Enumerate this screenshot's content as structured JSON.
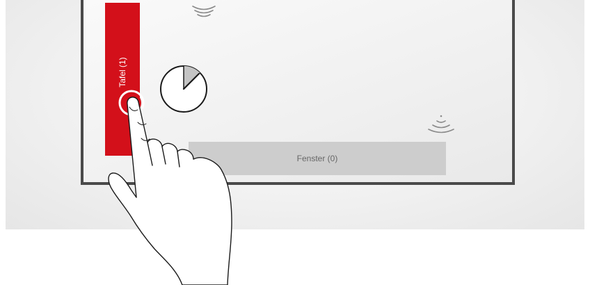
{
  "zones": {
    "vertical": {
      "label": "Tafel (1)",
      "color": "#d3101a",
      "active": true
    },
    "horizontal": {
      "label": "Fenster (0)",
      "color": "#cdcdcd",
      "active": false
    }
  },
  "icons": {
    "sensor_top": "wireless-sensor-icon",
    "sensor_right": "wireless-sensor-icon",
    "timer": "timer-icon",
    "touch_indicator": "touch-ring-icon",
    "hand": "pointing-hand-icon"
  },
  "timer": {
    "elapsed_fraction": 0.125
  },
  "colors": {
    "frame": "#4a4a4a",
    "accent": "#d3101a"
  }
}
